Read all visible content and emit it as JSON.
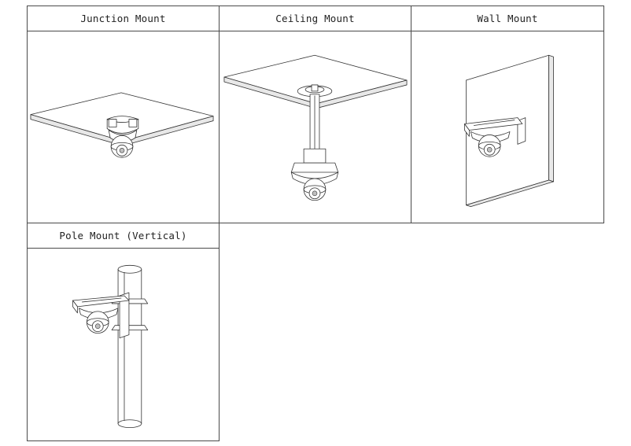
{
  "mount_panels": [
    {
      "id": "junction",
      "title": "Junction Mount"
    },
    {
      "id": "ceiling",
      "title": "Ceiling Mount"
    },
    {
      "id": "wall",
      "title": "Wall Mount"
    },
    {
      "id": "pole",
      "title": "Pole Mount (Vertical)"
    }
  ],
  "icons": {
    "junction": "junction-mount-camera-illustration",
    "ceiling": "ceiling-mount-camera-illustration",
    "wall": "wall-mount-camera-illustration",
    "pole": "pole-mount-camera-illustration"
  }
}
